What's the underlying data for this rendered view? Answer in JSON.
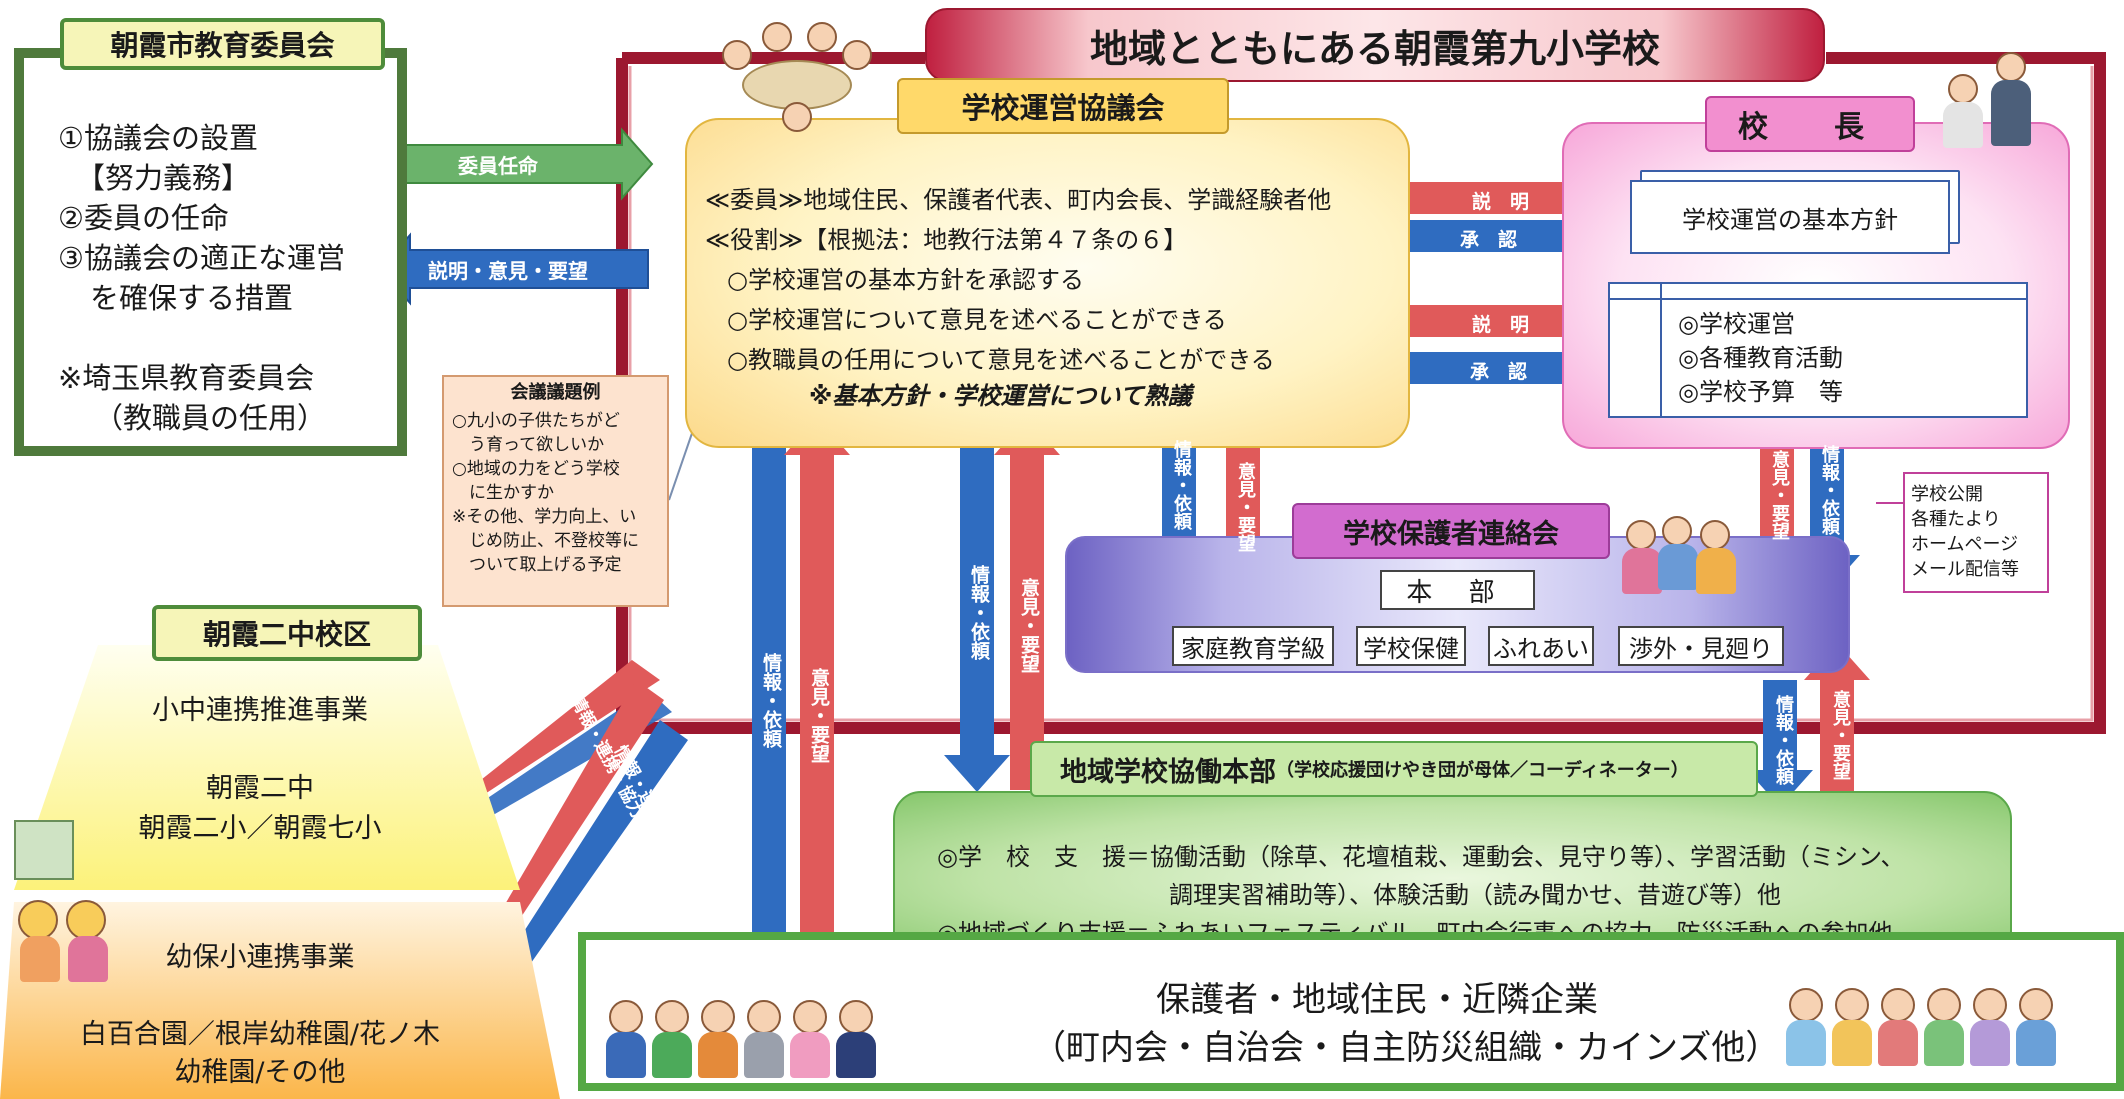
{
  "title": "地域とともにある朝霞第九小学校",
  "board": {
    "label": "朝霞市教育委員会",
    "items": [
      "①協議会の設置",
      "【努力義務】",
      "②委員の任命",
      "③協議会の適正な運営",
      "を確保する措置"
    ],
    "note1": "※埼玉県教育委員会",
    "note2": "（教職員の任用）"
  },
  "council": {
    "label": "学校運営協議会",
    "members": "≪委員≫地域住民、保護者代表、町内会長、学識経験者他",
    "role": "≪役割≫【根拠法：地教行法第４７条の６】",
    "duties": [
      "○学校運営の基本方針を承認する",
      "○学校運営について意見を述べることができる",
      "○教職員の任用について意見を述べることができる"
    ],
    "note": "※基本方針・学校運営について熟議"
  },
  "principal": {
    "label": "校　長",
    "policy": "学校運営の基本方針",
    "items": [
      "◎学校運営",
      "◎各種教育活動",
      "◎学校予算　等"
    ]
  },
  "arrows": {
    "appoint": "委員任命",
    "explain_opinion": "説明・意見・要望",
    "explain": "説　明",
    "approve": "承　認",
    "info": "情報・依頼",
    "opinion": "意見・要望",
    "info_link": "情報・連携・協力"
  },
  "memo": {
    "title": "会議議題例",
    "lines": [
      "○九小の子供たちがど",
      "　う育って欲しいか",
      "○地域の力をどう学校",
      "　に生かすか",
      "※その他、学力向上、い",
      "　じめ防止、不登校等に",
      "　ついて取上げる予定"
    ]
  },
  "pta": {
    "label": "学校保護者連絡会",
    "hq": "本 部",
    "units": [
      "家庭教育学級",
      "学校保健",
      "ふれあい",
      "渉外・見廻り"
    ]
  },
  "publicity": [
    "学校公開",
    "各種たより",
    "ホームページ",
    "メール配信等"
  ],
  "district": {
    "label": "朝霞二中校区",
    "project1": "小中連携推進事業",
    "school1": "朝霞二中",
    "school2": "朝霞二小／朝霞七小",
    "project2": "幼保小連携事業",
    "kinder1": "白百合園／根岸幼稚園/花ノ木",
    "kinder2": "幼稚園/その他"
  },
  "chiiki": {
    "label": "地域学校協働本部",
    "label_sub": "（学校応援団けやき団が母体／コーディネーター）",
    "line1": "◎学　校　支　援＝協働活動（除草、花壇植栽、運動会、見守り等）、学習活動（ミシン、",
    "line2": "調理実習補助等）、体験活動（読み聞かせ、昔遊び等）他",
    "line3": "◎地域づくり支援＝ふれあいフェスティバル、町内会行事への協力、防災活動への参加他"
  },
  "community": {
    "line1": "保護者・地域住民・近隣企業",
    "line2": "（町内会・自治会・自主防災組織・カインズ他）"
  },
  "colors": {
    "red_arrow": "#e05a5a",
    "blue_arrow": "#2f6cc0",
    "green_arrow": "#6bb36b",
    "frame": "#9c1830"
  }
}
